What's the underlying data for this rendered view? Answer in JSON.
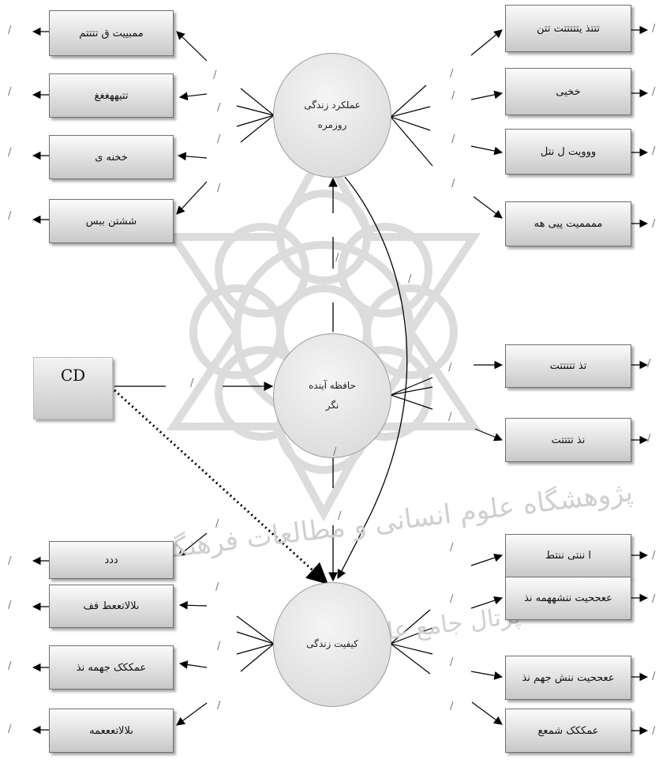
{
  "cd_label": "CD",
  "circles": {
    "top": {
      "line1": "عملکرد زندگی",
      "line2": "روزمره"
    },
    "middle": {
      "line1": "حافظه آینده",
      "line2": "نگر"
    },
    "bottom": {
      "line1": "کیفیت زندگی",
      "line2": ""
    }
  },
  "left_boxes": [
    "ممبییت ق تتتتم",
    "تتیههغغغ",
    "خخنه   ی",
    "ششتن ببس",
    "ددد",
    "ىلالاتععط فف",
    "عمککک جهمه نذ",
    "ىلالاتعععمه"
  ],
  "right_boxes": [
    "تتتذ یتتتتتت   تتن",
    "خخیی",
    "ووویت   ل   نتل",
    "ممممیت پیی        هه",
    "تذ تتتتتت",
    "نذ تتتتت",
    "ا  ننتی   ننتط",
    "ععححیت ننشههمه نذ",
    "ععححیت ننش جهم نذ",
    "عمککک  شمعع"
  ],
  "slash_mark": "/",
  "watermark": {
    "line1": "پژوهشگاه علوم انسانی و مطالعات فرهنگی",
    "line2": "پرتال جامع علوم انسانی"
  }
}
